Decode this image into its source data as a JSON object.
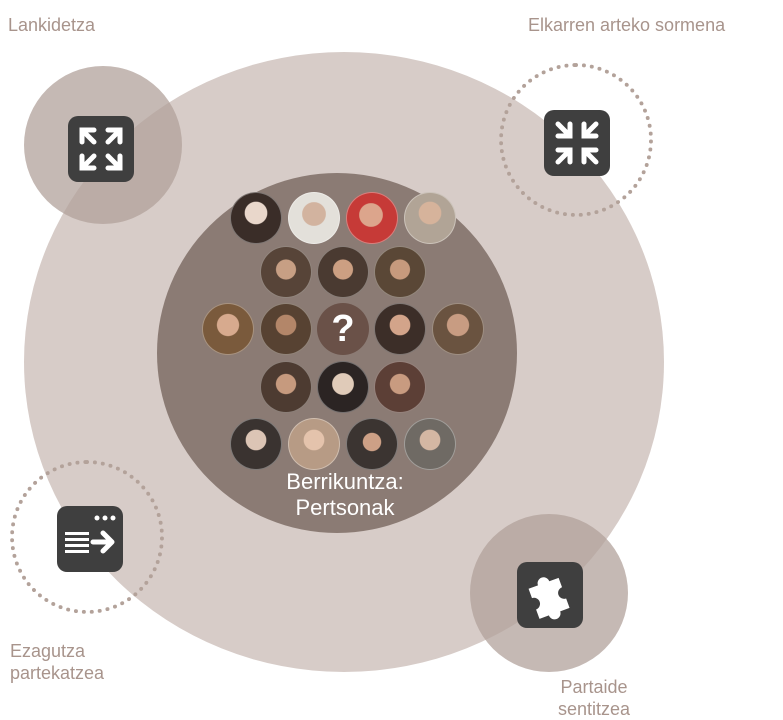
{
  "labels": {
    "lankidetza": "Lankidetza",
    "elkarren": "Elkarren arteko sormena",
    "ezagutza_line1": "Ezagutza",
    "ezagutza_line2": "partekatzea",
    "partaide_line1": "Partaide",
    "partaide_line2": "sentitzea"
  },
  "center": {
    "title_line1": "Berrikuntza:",
    "title_line2": "Pertsonak",
    "unknown_person": "?"
  },
  "colors": {
    "outer_circle": "#d7ccc8",
    "inner_circle": "#8b7b74",
    "label_text": "#a8948c",
    "icon_bg": "#3f3f3f"
  },
  "icons": {
    "lankidetza": "expand-arrows-icon",
    "elkarren": "collapse-arrows-icon",
    "ezagutza": "text-arrow-icon",
    "partaide": "puzzle-piece-icon"
  },
  "avatars_rows": [
    4,
    3,
    5,
    3,
    4
  ]
}
